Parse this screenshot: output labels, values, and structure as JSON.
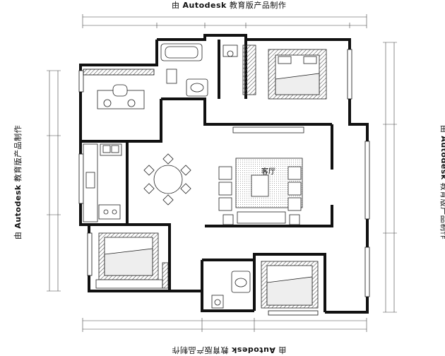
{
  "watermark": {
    "prefix": "由",
    "brand": "Autodesk",
    "suffix": "教育版产品制作"
  },
  "rooms": {
    "living_room": "客厅"
  },
  "colors": {
    "wall": "#111111",
    "line": "#333333",
    "hatch": "#555555",
    "background": "#ffffff"
  }
}
